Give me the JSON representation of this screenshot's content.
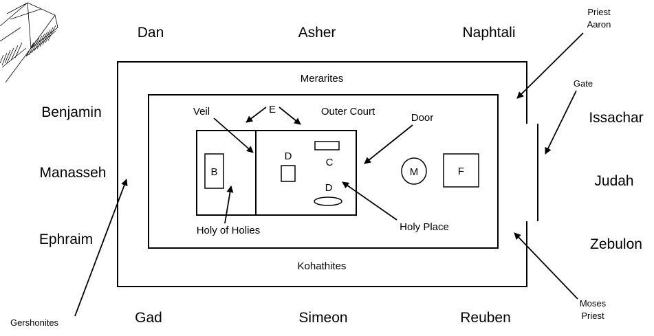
{
  "tribes": {
    "north": [
      "Dan",
      "Asher",
      "Naphtali"
    ],
    "west": [
      "Benjamin",
      "Manasseh",
      "Ephraim"
    ],
    "east": [
      "Issachar",
      "Judah",
      "Zebulon"
    ],
    "south": [
      "Gad",
      "Simeon",
      "Reuben"
    ]
  },
  "levites": {
    "north": "Merarites",
    "south": "Kohathites",
    "west": "Gershonites",
    "east_top": [
      "Priest",
      "Aaron"
    ],
    "east_bottom": [
      "Moses",
      "Priest"
    ]
  },
  "labels": {
    "gate": "Gate",
    "outer_court": "Outer Court",
    "veil": "Veil",
    "door": "Door",
    "holy_of_holies": "Holy of Holies",
    "holy_place": "Holy Place",
    "e": "E"
  },
  "items": {
    "ark": "B",
    "table": "D",
    "lampstand": "D",
    "altar_incense": "C",
    "laver": "M",
    "altar": "F"
  }
}
